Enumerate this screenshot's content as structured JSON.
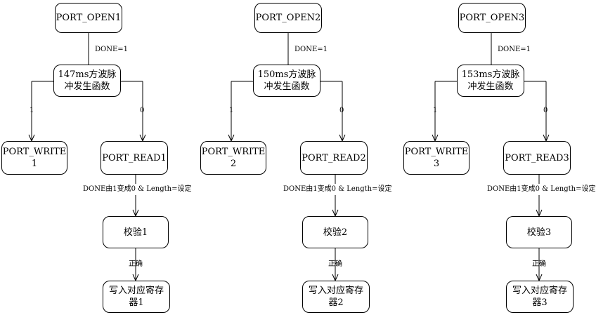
{
  "columns": [
    {
      "open": "PORT_OPEN1",
      "done_label": "DONE=1",
      "gen": "147ms方波脉\n冲发生函数",
      "branch_one": "1",
      "branch_zero": "0",
      "write": "PORT_WRITE\n1",
      "read": "PORT_READ1",
      "read_cond": "DONE由1变成0 & Length=设定",
      "check": "校验1",
      "ok_label": "正确",
      "store": "写入对应寄存\n器1"
    },
    {
      "open": "PORT_OPEN2",
      "done_label": "DONE=1",
      "gen": "150ms方波脉\n冲发生函数",
      "branch_one": "1",
      "branch_zero": "0",
      "write": "PORT_WRITE\n2",
      "read": "PORT_READ2",
      "read_cond": "DONE由1变成0 & Length=设定",
      "check": "校验2",
      "ok_label": "正确",
      "store": "写入对应寄存\n器2"
    },
    {
      "open": "PORT_OPEN3",
      "done_label": "DONE=1",
      "gen": "153ms方波脉\n冲发生函数",
      "branch_one": "1",
      "branch_zero": "0",
      "write": "PORT_WRITE\n3",
      "read": "PORT_READ3",
      "read_cond": "DONE由1变成0 & Length=设定",
      "check": "校验3",
      "ok_label": "正确",
      "store": "写入对应寄存\n器3"
    }
  ]
}
